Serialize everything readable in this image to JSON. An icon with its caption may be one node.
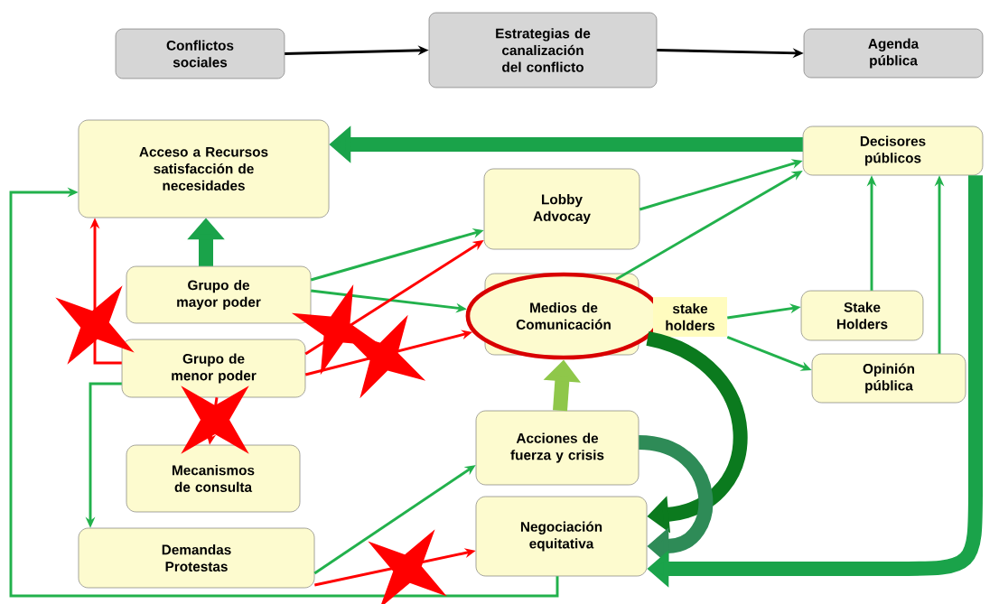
{
  "diagram": {
    "nodes": [
      {
        "text": [
          "Conflictos sociales"
        ]
      },
      {
        "text": [
          "Estrategias de canalización del conflicto"
        ]
      },
      {
        "text": [
          "Agenda pública"
        ]
      },
      {
        "text": [
          "Acceso a Recursos satisfacción de necesidades"
        ]
      },
      {
        "text": [
          "Decisores públicos"
        ]
      },
      {
        "text": [
          "Lobby Advocay"
        ]
      },
      {
        "text": [
          "Grupo de mayor poder"
        ]
      },
      {
        "text": [
          "Medios de Comunicación"
        ]
      },
      {
        "text": [
          "stake holders"
        ]
      },
      {
        "text": [
          "Stake Holders"
        ]
      },
      {
        "text": [
          "Grupo de menor poder"
        ]
      },
      {
        "text": [
          "Opinión pública"
        ]
      },
      {
        "text": [
          "Acciones de fuerza y crisis"
        ]
      },
      {
        "text": [
          "Mecanismos de consulta"
        ]
      },
      {
        "text": [
          "Negociación equitativa"
        ]
      },
      {
        "text": [
          "Demandas Protestas"
        ]
      }
    ],
    "edges": [
      {
        "from": 0,
        "to": 1,
        "arrow": "to",
        "color": "#000000"
      },
      {
        "from": 1,
        "to": 2,
        "arrow": "to",
        "color": "#000000"
      },
      {
        "from": 4,
        "to": 3,
        "arrow": "to",
        "style": "thick",
        "color": "#1aa34a"
      },
      {
        "from": 6,
        "to": 3,
        "arrow": "to",
        "style": "thick",
        "color": "#1aa34a"
      },
      {
        "from": 10,
        "to": 3,
        "arrow": "to",
        "color": "#ff0000"
      },
      {
        "from": 14,
        "to": 3,
        "arrow": "to"
      },
      {
        "from": 6,
        "to": 5,
        "arrow": "to"
      },
      {
        "from": 6,
        "to": 7,
        "arrow": "to"
      },
      {
        "from": 10,
        "to": 5,
        "arrow": "to",
        "color": "#ff0000"
      },
      {
        "from": 10,
        "to": 7,
        "arrow": "to",
        "color": "#ff0000"
      },
      {
        "from": 5,
        "to": 4,
        "arrow": "to"
      },
      {
        "from": 7,
        "to": 4,
        "arrow": "to"
      },
      {
        "from": 8,
        "to": 9,
        "arrow": "to"
      },
      {
        "from": 8,
        "to": 11,
        "arrow": "to"
      },
      {
        "from": 9,
        "to": 4,
        "arrow": "to"
      },
      {
        "from": 11,
        "to": 4,
        "arrow": "to"
      },
      {
        "from": 12,
        "to": 7,
        "arrow": "to",
        "style": "thick",
        "color": "#8fc74a"
      },
      {
        "from": 10,
        "to": 13,
        "arrow": "to",
        "color": "#ff0000"
      },
      {
        "from": 10,
        "to": 15,
        "arrow": "to"
      },
      {
        "from": 15,
        "to": 12,
        "arrow": "to"
      },
      {
        "from": 15,
        "to": 14,
        "arrow": "to",
        "color": "#ff0000"
      },
      {
        "from": 7,
        "to": 14,
        "arrow": "to",
        "style": "thick",
        "color": "#0b7a1e"
      },
      {
        "from": 12,
        "to": 14,
        "arrow": "to",
        "style": "thick",
        "color": "#2e8b57"
      },
      {
        "from": 4,
        "to": 14,
        "arrow": "to",
        "style": "thick",
        "color": "#1aa34a"
      }
    ]
  }
}
